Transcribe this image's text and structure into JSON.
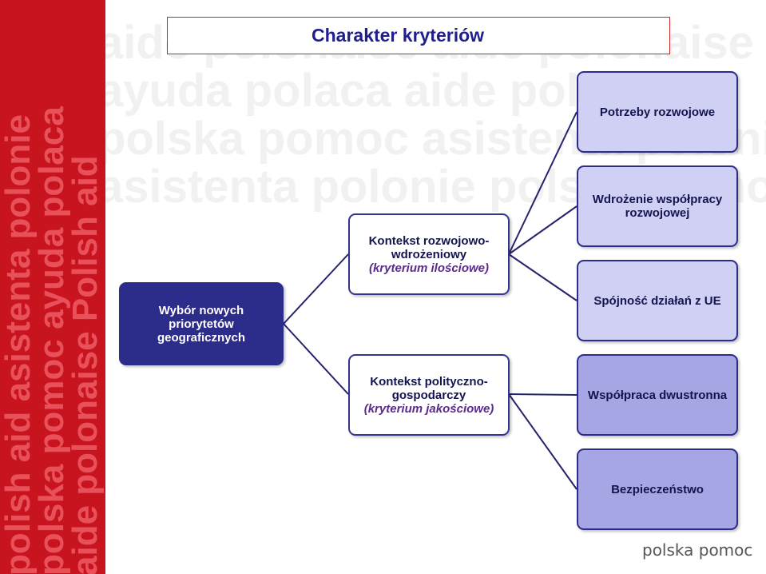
{
  "title": "Charakter kryteriów",
  "root": {
    "lines": [
      "Wybór nowych",
      "priorytetów",
      "geograficznych"
    ]
  },
  "mid": [
    {
      "lines": [
        "Kontekst rozwojowo-",
        "wdrożeniowy"
      ],
      "sub": "(kryterium ilościowe)"
    },
    {
      "lines": [
        "Kontekst polityczno-",
        "gospodarczy"
      ],
      "sub": "(kryterium jakościowe)"
    }
  ],
  "leaves": [
    {
      "lines": [
        "Potrzeby rozwojowe"
      ]
    },
    {
      "lines": [
        "Wdrożenie współpracy",
        "rozwojowej"
      ]
    },
    {
      "lines": [
        "Spójność działań z UE"
      ]
    },
    {
      "lines": [
        "Współpraca dwustronna"
      ]
    },
    {
      "lines": [
        "Bezpieczeństwo"
      ]
    }
  ],
  "footer": {
    "logo_text": "polska pomoc"
  },
  "colors": {
    "brand_red": "#c8141e",
    "title_text": "#1e1e8c",
    "node_border": "#2c2c8a",
    "leaf_fill": "#d0d0f4"
  }
}
